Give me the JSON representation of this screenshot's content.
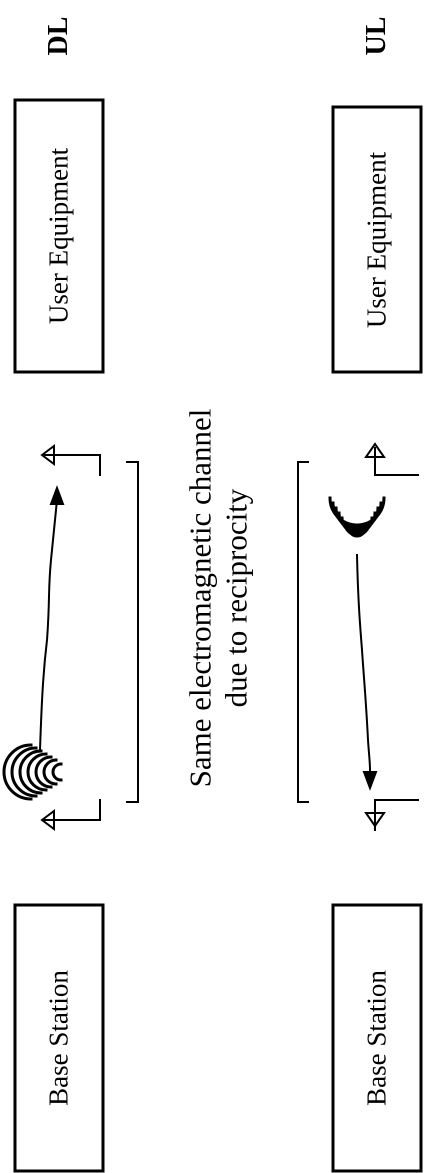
{
  "panels": [
    {
      "direction_label": "DL",
      "left_box": "User Equipment",
      "right_box": "Base Station"
    },
    {
      "direction_label": "UL",
      "left_box": "User Equipment",
      "right_box": "Base Station"
    }
  ],
  "note": {
    "line1": "Same electromagnetic channel",
    "line2": "due to reciprocity"
  }
}
